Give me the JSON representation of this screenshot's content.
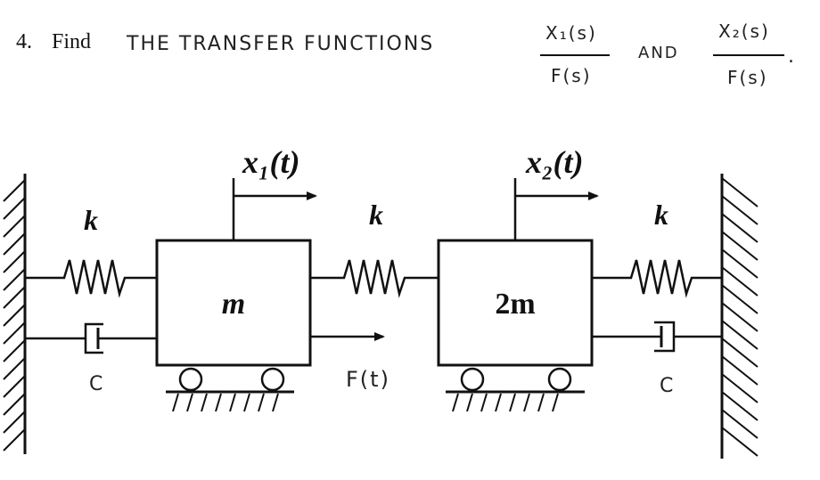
{
  "problem": {
    "number": "4.",
    "find_word": "Find",
    "handwritten_text": "THE TRANSFER FUNCTIONS",
    "fraction1_num": "X₁(s)",
    "fraction1_den": "F(s)",
    "and_word": "AND",
    "fraction2_num": "X₂(s)",
    "fraction2_den": "F(s)",
    "period": "."
  },
  "diagram": {
    "spring_left_label": "k",
    "spring_middle_label": "k",
    "spring_right_label": "k",
    "damper_left_label": "C",
    "damper_right_label": "C",
    "mass1_label": "m",
    "mass2_label": "2m",
    "disp1_label": "x₁(t)",
    "disp2_label": "x₂(t)",
    "force_label": "F(t)"
  }
}
